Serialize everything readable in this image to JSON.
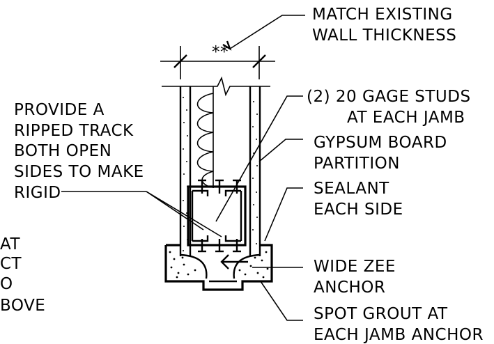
{
  "labels": {
    "match_line1": "MATCH EXISTING",
    "match_line2": "WALL THICKNESS",
    "dimension": "**",
    "studs_line1": "(2) 20 GAGE STUDS",
    "studs_line2": "AT EACH JAMB",
    "gypsum_line1": "GYPSUM BOARD",
    "gypsum_line2": "PARTITION",
    "sealant_line1": "SEALANT",
    "sealant_line2": "EACH SIDE",
    "zee_line1": "WIDE ZEE",
    "zee_line2": "ANCHOR",
    "grout_line1": "SPOT GROUT AT",
    "grout_line2": "EACH JAMB ANCHOR",
    "track_line1": "PROVIDE A",
    "track_line2": "RIPPED TRACK",
    "track_line3": "BOTH OPEN",
    "track_line4": "SIDES TO MAKE",
    "track_line5": "RIGID",
    "cut_line1": "AT",
    "cut_line2": "CT",
    "cut_line3": "O",
    "cut_line4": "BOVE"
  }
}
